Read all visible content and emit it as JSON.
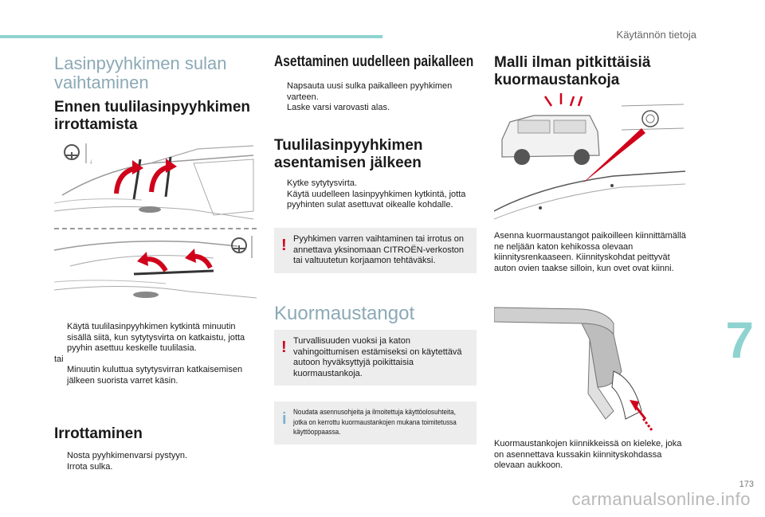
{
  "header": {
    "section": "Käytännön tietoja"
  },
  "page_number": "173",
  "chapter_number": "7",
  "watermark": "carmanualsonline.info",
  "col1": {
    "title_line1": "Lasinpyyhkimen sulan",
    "title_line2": "vaihtaminen",
    "subtitle_line1": "Ennen tuulilasinpyyhkimen",
    "subtitle_line2": "irrottamista",
    "bullet1": "Käytä tuulilasinpyyhkimen kytkintä minuutin sisällä siitä, kun sytytysvirta on katkaistu, jotta pyyhin asettuu keskelle tuulilasia.",
    "or_text": "tai",
    "bullet2": "Minuutin kuluttua sytytysvirran katkaisemisen jälkeen suorista varret käsin.",
    "remove_title": "Irrottaminen",
    "remove_bullet1": "Nosta pyyhkimenvarsi pystyyn.",
    "remove_bullet2": "Irrota sulka."
  },
  "col2": {
    "refit_title": "Asettaminen uudelleen paikalleen",
    "refit_bullet1": "Napsauta uusi sulka paikalleen pyyhkimen varteen.",
    "refit_bullet2": "Laske varsi varovasti alas.",
    "after_title_line1": "Tuulilasinpyyhkimen",
    "after_title_line2": "asentamisen jälkeen",
    "after_bullet1": "Kytke sytytysvirta.",
    "after_bullet2": "Käytä uudelleen lasinpyyhkimen kytkintä, jotta pyyhinten sulat asettuvat oikealle kohdalle.",
    "warning1": "Pyyhkimen varren vaihtaminen tai irrotus on annettava yksinomaan CITROËN-verkoston tai valtuutetun korjaamon tehtäväksi.",
    "roof_title": "Kuormaustangot",
    "warning2": "Turvallisuuden vuoksi ja katon vahingoittumisen estämiseksi on käytettävä autoon hyväksyttyjä poikittaisia kuormaustankoja.",
    "info": "Noudata asennusohjeita ja ilmoitettuja käyttöolosuhteita, jotka on kerrottu kuormaustankojen mukana toimitetussa käyttöoppaassa."
  },
  "col3": {
    "title_line1": "Malli ilman pitkittäisiä",
    "title_line2": "kuormaustankoja",
    "para1": "Asenna kuormaustangot paikoilleen kiinnittämällä ne neljään katon kehikossa olevaan kiinnitysrenkaaseen. Kiinnityskohdat peittyvät auton ovien taakse silloin, kun ovet ovat kiinni.",
    "para2": "Kuormaustankojen kiinnikkeissä on kieleke, joka on asennettava kussakin kiinnityskohdassa olevaan aukkoon."
  },
  "bullet_mark": "",
  "colors": {
    "accent": "#8fd3d0",
    "warning": "#d0021b",
    "info": "#7ab3cf",
    "heading_light": "#8ba9b6"
  }
}
